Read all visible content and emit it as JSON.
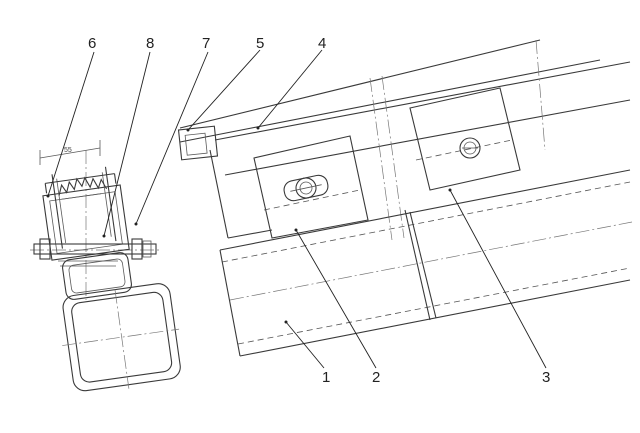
{
  "labels": {
    "l1": "1",
    "l2": "2",
    "l3": "3",
    "l4": "4",
    "l5": "5",
    "l6": "6",
    "l7": "7",
    "l8": "8"
  },
  "dimension_text": "55"
}
